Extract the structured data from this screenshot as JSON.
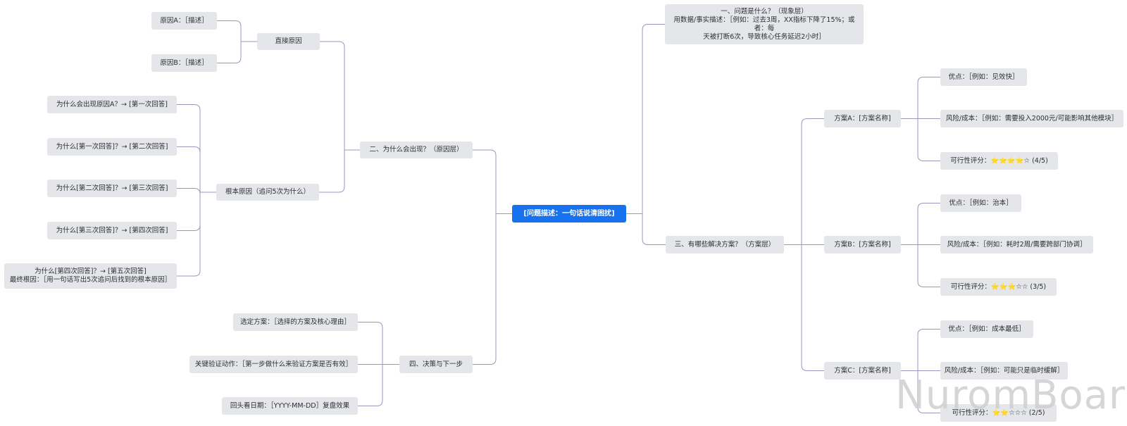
{
  "colors": {
    "root": "#1872f0",
    "node": "#e4e6ea",
    "line": "#9b97bd"
  },
  "mindmap": {
    "root": "[问题描述：一句话说清困扰]",
    "b1": {
      "text": "一、问题是什么？（现象层）\n用数据/事实描述：［例如：过去3周，XX指标下降了15%；或者：每\n天被打断6次，导致核心任务延迟2小时］"
    },
    "b2": {
      "text": "二、为什么会出现？（原因层）",
      "direct": {
        "text": "直接原因",
        "a": "原因A：［描述］",
        "b": "原因B：［描述］"
      },
      "root_cause": {
        "text": "根本原因（追问5次为什么）",
        "w1": "为什么会出现原因A？→ [第一次回答]",
        "w2": "为什么[第一次回答]？→ [第二次回答]",
        "w3": "为什么[第二次回答]？→ [第三次回答]",
        "w4": "为什么[第三次回答]？→ [第四次回答]",
        "w5": "为什么[第四次回答]？→ [第五次回答]\n最终根因：［用一句话写出5次追问后找到的根本原因］"
      }
    },
    "b3": {
      "text": "三、有哪些解决方案？（方案层）",
      "planA": {
        "text": "方案A：[方案名称]",
        "pro": "优点：［例如：见效快］",
        "risk": "风险/成本：［例如：需要投入2000元/可能影响其他模块］",
        "score": "可行性评分：⭐⭐⭐⭐☆ (4/5)"
      },
      "planB": {
        "text": "方案B：[方案名称]",
        "pro": "优点：［例如：治本］",
        "risk": "风险/成本：［例如：耗时2周/需要跨部门协调］",
        "score": "可行性评分：⭐⭐⭐☆☆ (3/5)"
      },
      "planC": {
        "text": "方案C：[方案名称]",
        "pro": "优点：［例如：成本最低］",
        "risk": "风险/成本：［例如：可能只是临时缓解］",
        "score": "可行性评分：⭐⭐☆☆☆ (2/5)"
      }
    },
    "b4": {
      "text": "四、决策与下一步",
      "choice": "选定方案：［选择的方案及核心理由］",
      "verify": "关键验证动作：［第一步做什么来验证方案是否有效］",
      "review": "回头看日期：［YYYY-MM-DD］复盘效果"
    }
  },
  "watermark": "NuromBoard"
}
